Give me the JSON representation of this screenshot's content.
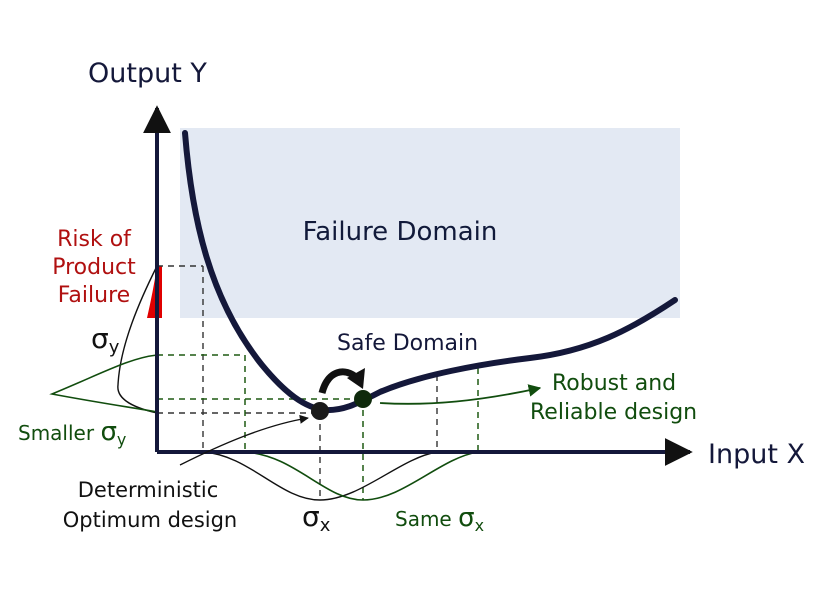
{
  "axes": {
    "y_label": "Output Y",
    "x_label": "Input X"
  },
  "regions": {
    "failure_domain": "Failure Domain",
    "safe_domain": "Safe Domain"
  },
  "labels": {
    "risk": [
      "Risk of",
      "Product",
      "Failure"
    ],
    "sigma": "σ",
    "sigma_y_sub": "y",
    "sigma_x_sub": "x",
    "smaller_prefix": "Smaller ",
    "same_prefix": "Same ",
    "robust": [
      "Robust and",
      "Reliable design"
    ],
    "deterministic": [
      "Deterministic",
      "Optimum design"
    ]
  },
  "colors": {
    "curve": "#14183a",
    "failure_fill": "#e3e9f3",
    "risk_red": "#b01010",
    "risk_fill": "#e00000",
    "green": "#114d0e",
    "dashed_green": "#1e5a12",
    "dashed_dark": "#333333",
    "text_dark": "#111111"
  }
}
